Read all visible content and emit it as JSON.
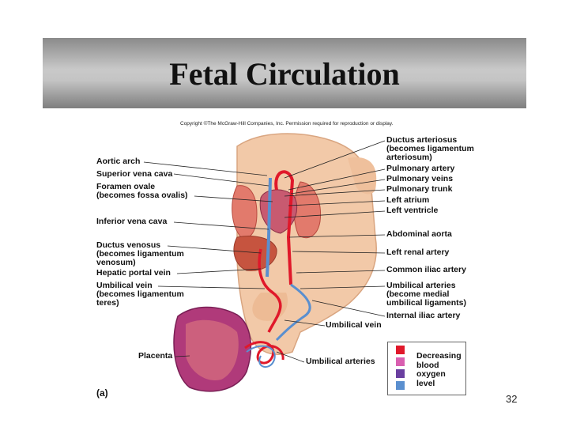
{
  "slide": {
    "title": "Fetal Circulation",
    "copyright": "Copyright ©The McGraw-Hill Companies, Inc. Permission required for reproduction or display.",
    "panel_label": "(a)",
    "page_number": "32"
  },
  "labels_left": {
    "aortic_arch": "Aortic arch",
    "superior_vena_cava": "Superior vena cava",
    "foramen_ovale_1": "Foramen ovale",
    "foramen_ovale_2": "(becomes fossa ovalis)",
    "inferior_vena_cava": "Inferior vena cava",
    "ductus_venosus_1": "Ductus venosus",
    "ductus_venosus_2": "(becomes ligamentum",
    "ductus_venosus_3": "venosum)",
    "hepatic_portal_vein": "Hepatic portal vein",
    "umbilical_vein_1": "Umbilical vein",
    "umbilical_vein_2": "(becomes ligamentum",
    "umbilical_vein_3": "teres)",
    "placenta": "Placenta"
  },
  "labels_right": {
    "ductus_arteriosus_1": "Ductus arteriosus",
    "ductus_arteriosus_2": "(becomes ligamentum",
    "ductus_arteriosus_3": "arteriosum)",
    "pulmonary_artery": "Pulmonary artery",
    "pulmonary_veins": "Pulmonary veins",
    "pulmonary_trunk": "Pulmonary trunk",
    "left_atrium": "Left atrium",
    "left_ventricle": "Left ventricle",
    "abdominal_aorta": "Abdominal aorta",
    "left_renal_artery": "Left renal artery",
    "common_iliac_artery": "Common iliac artery",
    "umbilical_arteries_1": "Umbilical arteries",
    "umbilical_arteries_2": "(become medial",
    "umbilical_arteries_3": "umbilical ligaments)",
    "internal_iliac_artery": "Internal iliac artery",
    "umbilical_vein_bottom": "Umbilical vein",
    "umbilical_arteries_bottom": "Umbilical arteries"
  },
  "legend": {
    "line1": "Decreasing",
    "line2": "blood",
    "line3": "oxygen",
    "line4": "level",
    "colors": [
      "#e0182a",
      "#d95fb0",
      "#6a3fa0",
      "#5a8fcf"
    ]
  }
}
